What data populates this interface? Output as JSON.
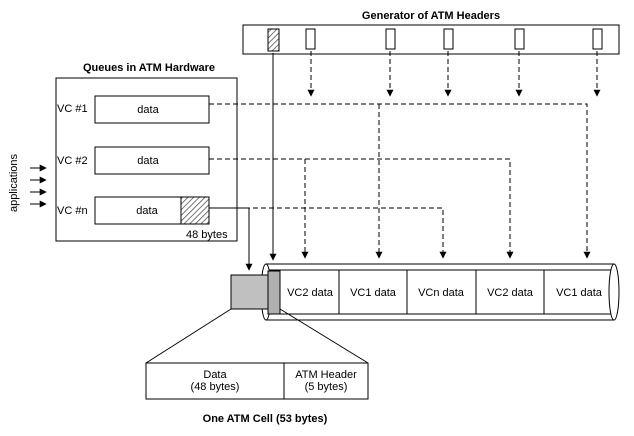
{
  "generator": {
    "title": "Generator of ATM Headers"
  },
  "queues": {
    "title": "Queues in ATM Hardware",
    "rows": [
      {
        "label": "VC #1",
        "content": "data"
      },
      {
        "label": "VC #2",
        "content": "data"
      },
      {
        "label": "VC #n",
        "content": "data"
      }
    ],
    "size_note": "48 bytes"
  },
  "applications_label": "applications",
  "pipe": {
    "segments": [
      "VC2 data",
      "VC1 data",
      "VCn data",
      "VC2 data",
      "VC1 data"
    ]
  },
  "cell": {
    "data_line1": "Data",
    "data_line2": "(48 bytes)",
    "header_line1": "ATM Header",
    "header_line2": "(5 bytes)",
    "caption": "One ATM Cell (53 bytes)"
  },
  "colors": {
    "line": "#000000",
    "cell_fill": "#c0c0c0",
    "background": "#ffffff"
  }
}
